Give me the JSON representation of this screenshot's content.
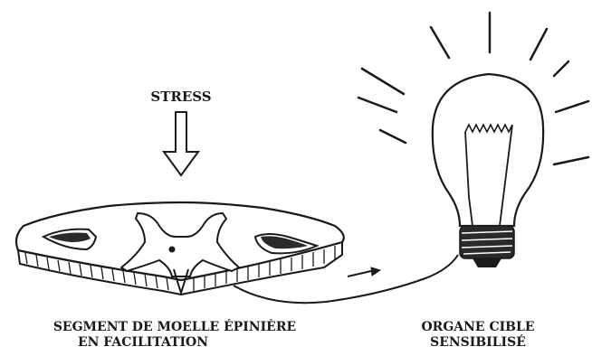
{
  "diagram": {
    "stress_label": "STRESS",
    "segment_label_line1": "SEGMENT DE MOELLE ÉPINIÈRE",
    "segment_label_line2": "EN FACILITATION",
    "organ_label_line1": "ORGANE CIBLE",
    "organ_label_line2": "SENSIBILISÉ",
    "ink_color": "#1a1a1a",
    "background_color": "#ffffff"
  }
}
